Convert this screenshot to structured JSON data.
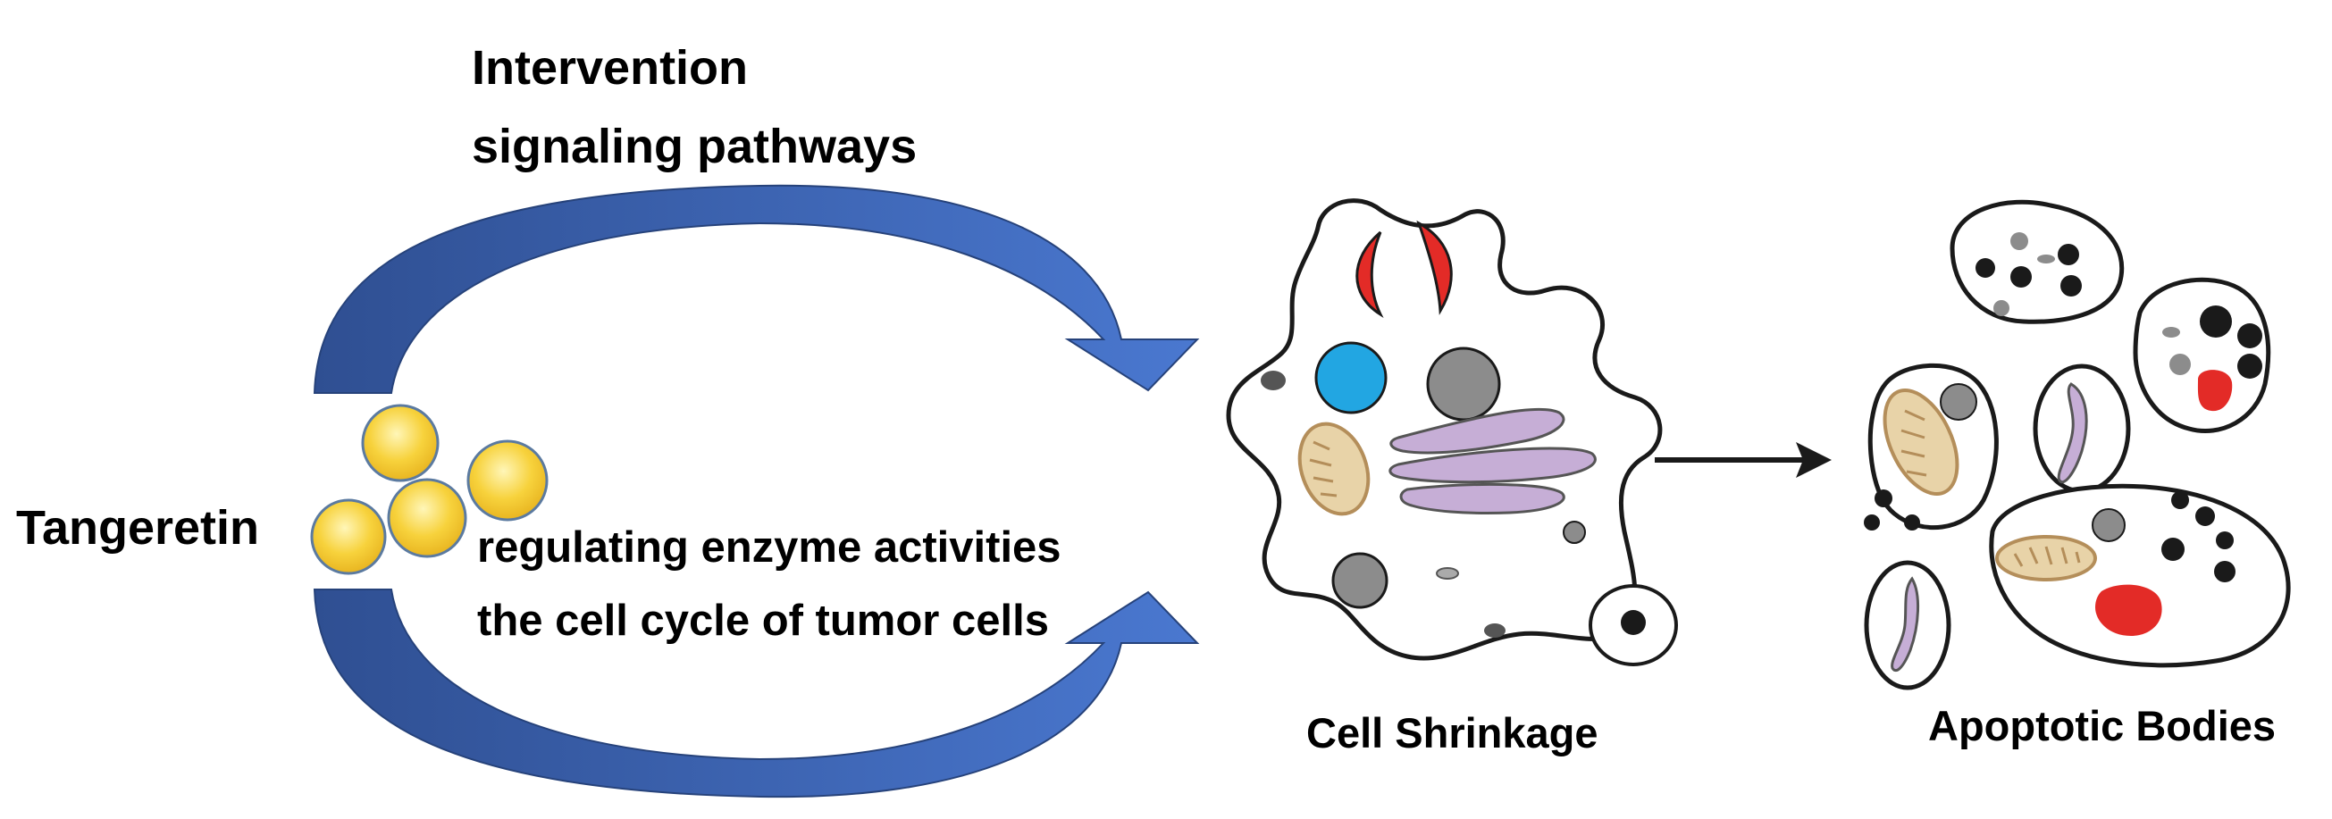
{
  "labels": {
    "intervention_line1": "Intervention",
    "intervention_line2": "signaling pathways",
    "tangeretin": "Tangeretin",
    "regulating_line1": "regulating enzyme activities",
    "regulating_line2": "the cell cycle of tumor cells",
    "cell_shrinkage": "Cell Shrinkage",
    "apoptotic_bodies": "Apoptotic Bodies"
  },
  "colors": {
    "arc_dark": "#2f4f92",
    "arc_light": "#4a73c8",
    "molecule_fill": "#f7d23c",
    "molecule_stroke": "#5b7aa0",
    "nucleus_blue": "#22a6e2",
    "organelle_red": "#e32b27",
    "mitochondrion": "#e8d3a8",
    "golgi": "#c6aed6",
    "vesicle_gray": "#8c8c8c",
    "outline": "#1a1a1a"
  }
}
